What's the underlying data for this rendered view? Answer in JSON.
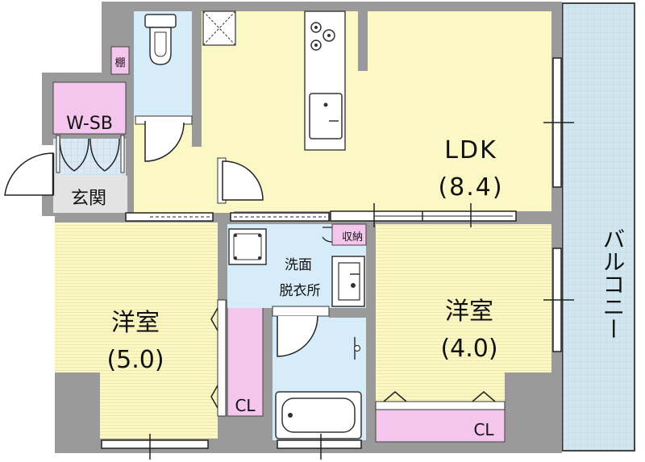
{
  "colors": {
    "wall": "#9a9a9a",
    "ldk_floor": "#fbf8c6",
    "bedroom_floor": "#fbf8c6",
    "toilet_floor": "#d6edf9",
    "bath_floor": "#d6edf9",
    "closet": "#f4c6ee",
    "balcony": "#d2e6f0",
    "entrance": "#e3e3e3"
  },
  "rooms": {
    "ldk": {
      "name": "LDK",
      "size": "(8.4)"
    },
    "bedroom_left": {
      "name": "洋室",
      "size": "(5.0)"
    },
    "bedroom_right": {
      "name": "洋室",
      "size": "(4.0)"
    },
    "washroom": {
      "line1": "洗面",
      "line2": "脱衣所"
    },
    "entrance": {
      "name": "玄関"
    },
    "shoe_box": {
      "name": "W-SB"
    },
    "shelf": {
      "name": "棚"
    },
    "storage": {
      "name": "収納"
    },
    "closet_left": {
      "name": "CL"
    },
    "closet_right": {
      "name": "CL"
    },
    "balcony": {
      "name": "バルコニー"
    }
  },
  "fixtures": [
    "toilet-icon",
    "stove-icon",
    "kitchen-sink-icon",
    "fridge-space-icon",
    "washing-machine-icon",
    "wash-basin-icon",
    "bathtub-icon"
  ]
}
